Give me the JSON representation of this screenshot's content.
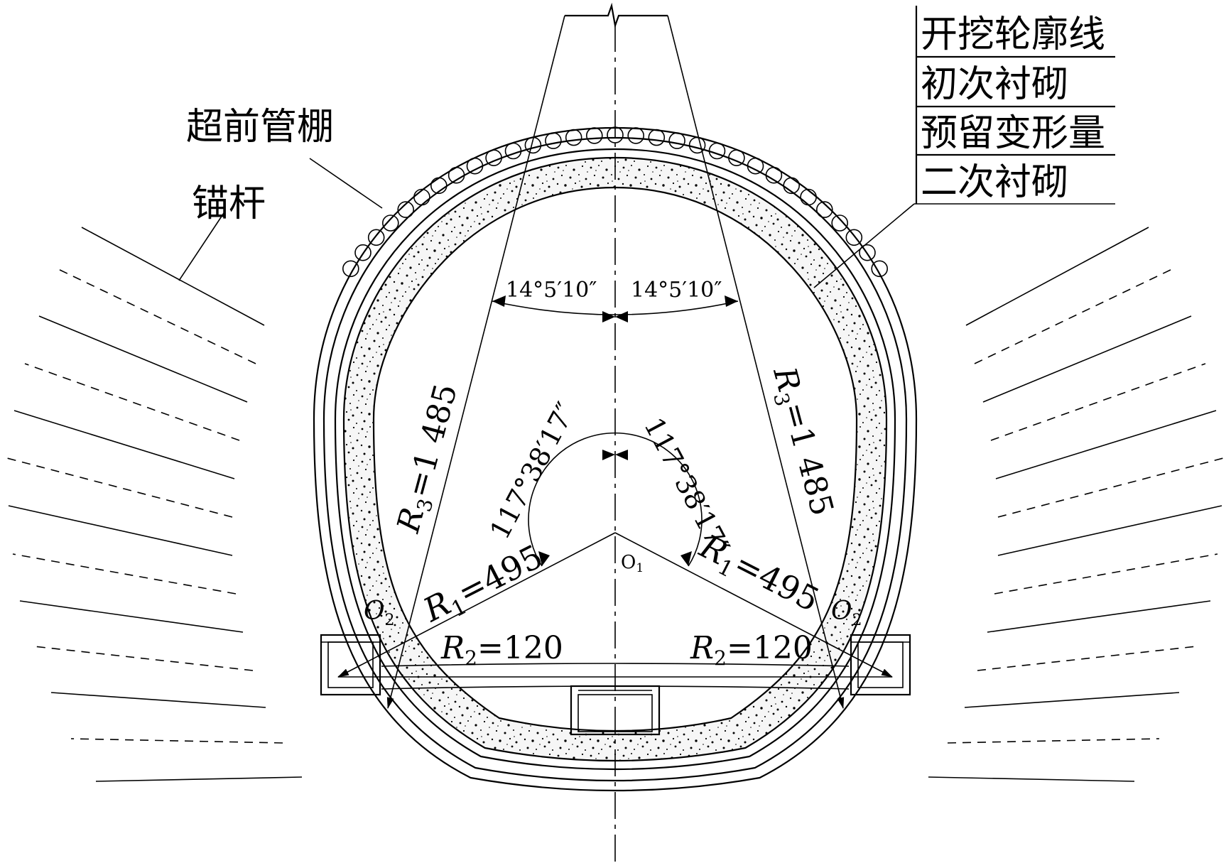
{
  "labels": {
    "pipe_roof": "超前管棚",
    "anchor_bolt": "锚杆",
    "origin_main": "O",
    "origin_main_sub": "1",
    "origin_side": "O",
    "origin_side_sub": "2"
  },
  "legend": [
    "开挖轮廓线",
    "初次衬砌",
    "预留变形量",
    "二次衬砌"
  ],
  "dimensions": {
    "crown_angle": "14°5′10″",
    "side_angle": "117°38′17″",
    "r1_symbol": "R",
    "r1_sub": "1",
    "r1_value": "=495",
    "r2_symbol": "R",
    "r2_sub": "2",
    "r2_value": "=120",
    "r3_symbol": "R",
    "r3_sub": "3",
    "r3_value": "=1 485"
  },
  "colors": {
    "line": "#000000",
    "concrete_fill": "#f4f4f4",
    "background": "#ffffff"
  }
}
